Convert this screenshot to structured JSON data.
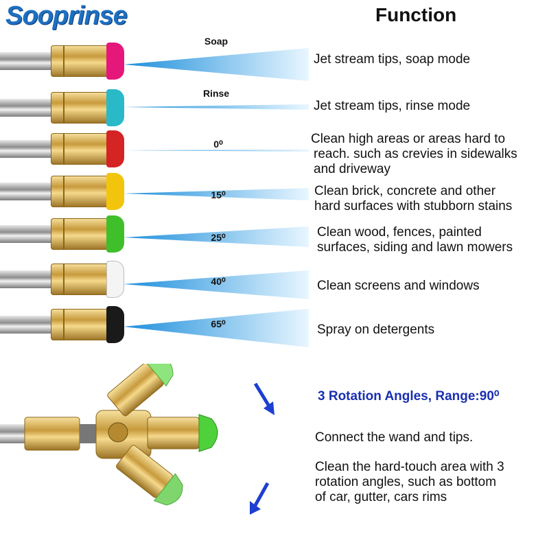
{
  "brand": "Sooprinse",
  "function_title": "Function",
  "rows": [
    {
      "angle": "Soap",
      "desc": [
        "Jet stream tips, soap mode"
      ],
      "color": "#e6177a"
    },
    {
      "angle": "Rinse",
      "desc": [
        "Jet stream tips, rinse mode"
      ],
      "color": "#29b9c9"
    },
    {
      "angle": "0⁰",
      "desc": [
        "Clean high areas or areas hard to",
        "reach. such as crevies in sidewalks",
        "and driveway"
      ],
      "color": "#d42424"
    },
    {
      "angle": "15⁰",
      "desc": [
        "Clean brick, concrete and other",
        "hard surfaces with stubborn stains"
      ],
      "color": "#f2c40c"
    },
    {
      "angle": "25⁰",
      "desc": [
        "Clean wood, fences, painted",
        "surfaces, siding and lawn mowers"
      ],
      "color": "#3fbf2a"
    },
    {
      "angle": "40⁰",
      "desc": [
        "Clean screens and windows"
      ],
      "color": "#f4f4f4"
    },
    {
      "angle": "65⁰",
      "desc": [
        "Spray on detergents"
      ],
      "color": "#1a1a1a"
    }
  ],
  "rotation": {
    "title": "3 Rotation Angles, Range:90⁰",
    "connect": "Connect the wand and tips.",
    "clean": [
      "Clean the hard-touch area with 3",
      "rotation angles, such as bottom",
      "of car, gutter, cars rims"
    ]
  },
  "colors": {
    "spray": "#3fa9e8",
    "accent_blue": "#1a2fb0",
    "brass": "#d4a748",
    "green_tip": "#4fd13c"
  }
}
